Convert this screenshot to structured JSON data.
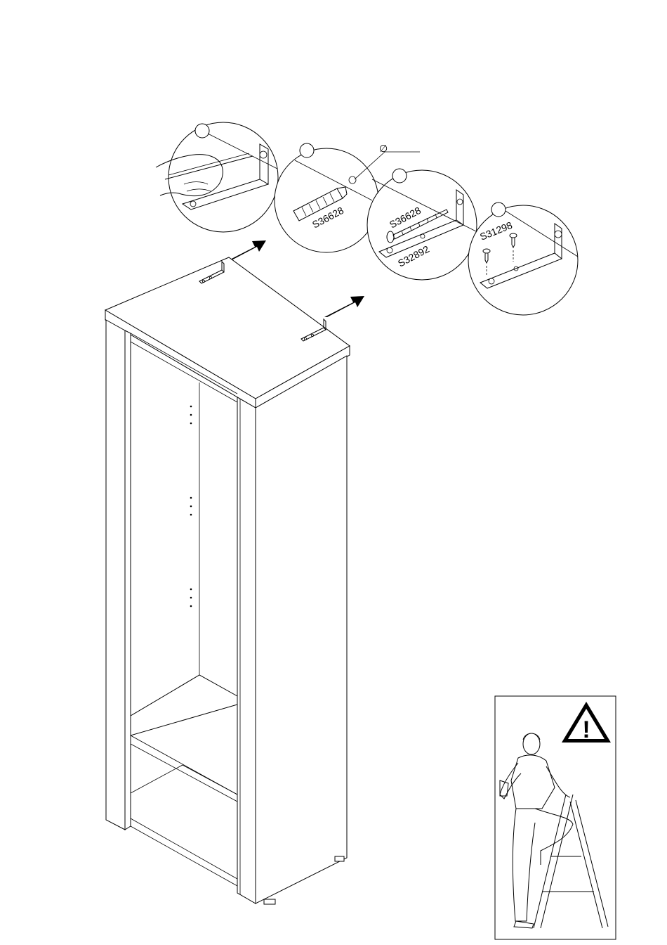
{
  "details": {
    "step1": {
      "part": ""
    },
    "step2": {
      "part": "S36628",
      "diameter_symbol": "∅"
    },
    "step3": {
      "part_screw": "S36628",
      "part_bracket": "S32892"
    },
    "step4": {
      "part": "S31298"
    }
  },
  "warning": {
    "symbol": "!",
    "icon": "warning-triangle-icon"
  }
}
